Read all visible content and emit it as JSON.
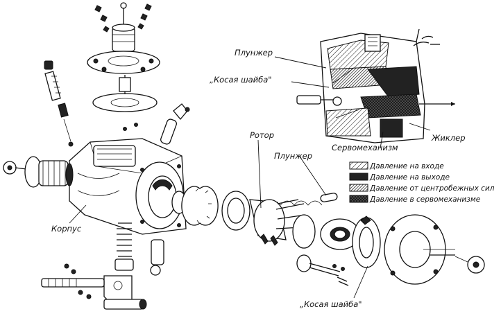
{
  "labels": {
    "plunger_top": "Плунжер",
    "swash_top": "„Косая шайба\"",
    "rotor": "Ротор",
    "plunger_mid": "Плунжер",
    "servo": "Сервомеханизм",
    "jet": "Жиклер",
    "body": "Корпус",
    "swash_bottom": "„Косая шайба\""
  },
  "legend": [
    {
      "text": "Давление на входе",
      "pattern": "hatch-light"
    },
    {
      "text": "Давление на выходе",
      "pattern": "solid-dark"
    },
    {
      "text": "Давление от центробежных сил",
      "pattern": "hatch-dense"
    },
    {
      "text": "Давление в сервомеханизме",
      "pattern": "crosshatch"
    }
  ]
}
